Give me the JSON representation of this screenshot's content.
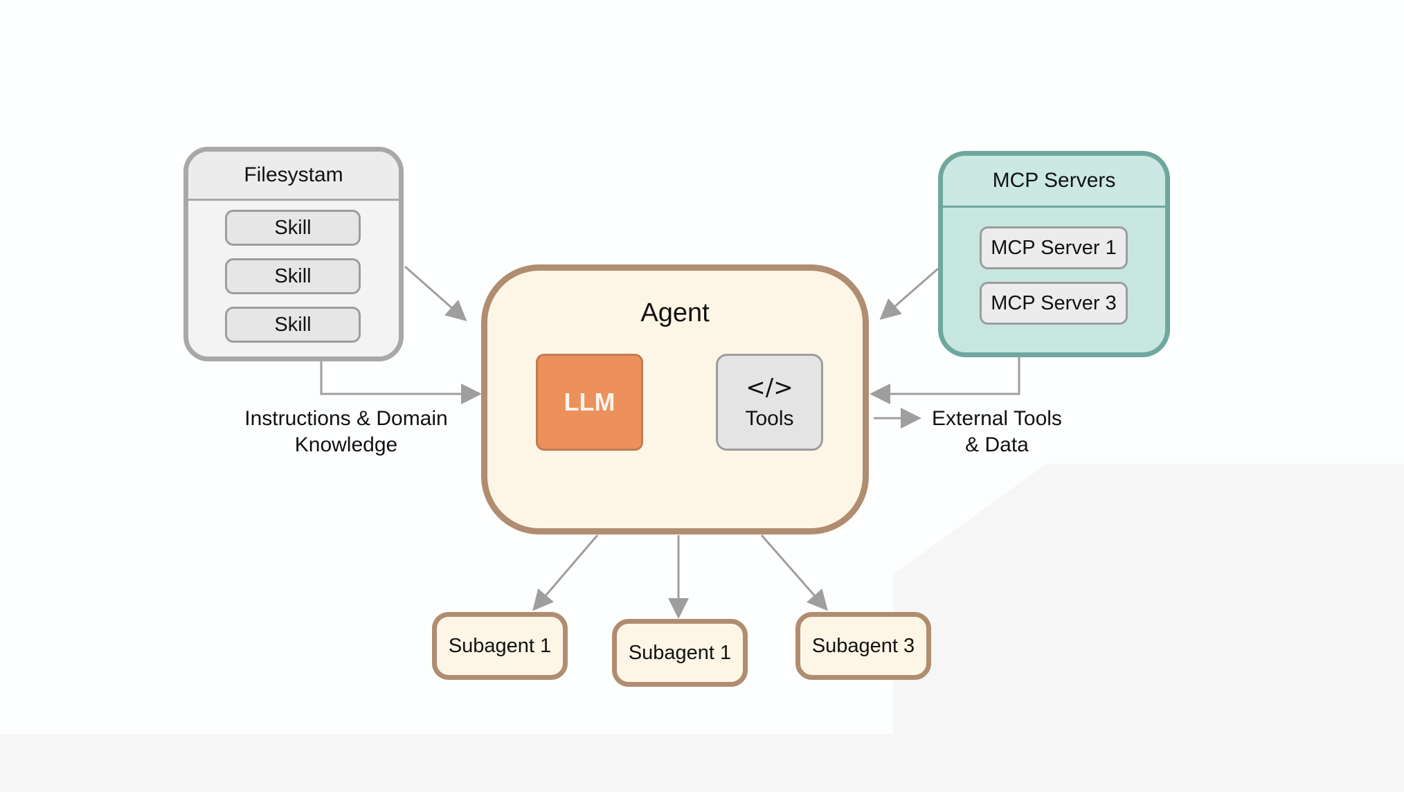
{
  "diagram": {
    "filesystem": {
      "title": "Filesystam",
      "items": [
        {
          "label": "Skill"
        },
        {
          "label": "Skill"
        },
        {
          "label": "Skill"
        }
      ],
      "color": "#a8a8a8"
    },
    "mcp_servers": {
      "title": "MCP Servers",
      "items": [
        {
          "label": "MCP Server 1"
        },
        {
          "label": "MCP Server 3"
        }
      ],
      "color": "#6fa79e",
      "fill": "#c8e6e0"
    },
    "agent": {
      "title": "Agent",
      "llm_label": "LLM",
      "tools_glyph": "</>",
      "tools_label": "Tools",
      "border_color": "#b08d70",
      "fill": "#fdf6e6",
      "llm_color": "#ec915c"
    },
    "labels": {
      "instructions": "Instructions & Domain Knowledge",
      "instructions_line1": "Instructions & Domain",
      "instructions_line2": "Knowledge",
      "external": "External Tools & Data",
      "external_line1": "External Tools",
      "external_line2": "& Data"
    },
    "subagents": [
      {
        "label": "Subagent 1"
      },
      {
        "label": "Subagent 1"
      },
      {
        "label": "Subagent 3"
      }
    ],
    "connections": [
      {
        "from": "Filesystam",
        "to": "Agent"
      },
      {
        "from": "Filesystam",
        "to": "Agent",
        "label": "Instructions & Domain Knowledge"
      },
      {
        "from": "MCP Servers",
        "to": "Agent"
      },
      {
        "from": "MCP Servers",
        "to": "Agent"
      },
      {
        "from": "Agent",
        "to": "External Tools & Data"
      },
      {
        "from": "Tools",
        "to": "LLM"
      },
      {
        "from": "LLM",
        "to": "Tools"
      },
      {
        "from": "LLM",
        "to": "Tools"
      },
      {
        "from": "Agent",
        "to": "Subagent 1"
      },
      {
        "from": "Agent",
        "to": "Subagent 1"
      },
      {
        "from": "Agent",
        "to": "Subagent 3"
      }
    ],
    "arrow_color": "#9e9e9e"
  }
}
